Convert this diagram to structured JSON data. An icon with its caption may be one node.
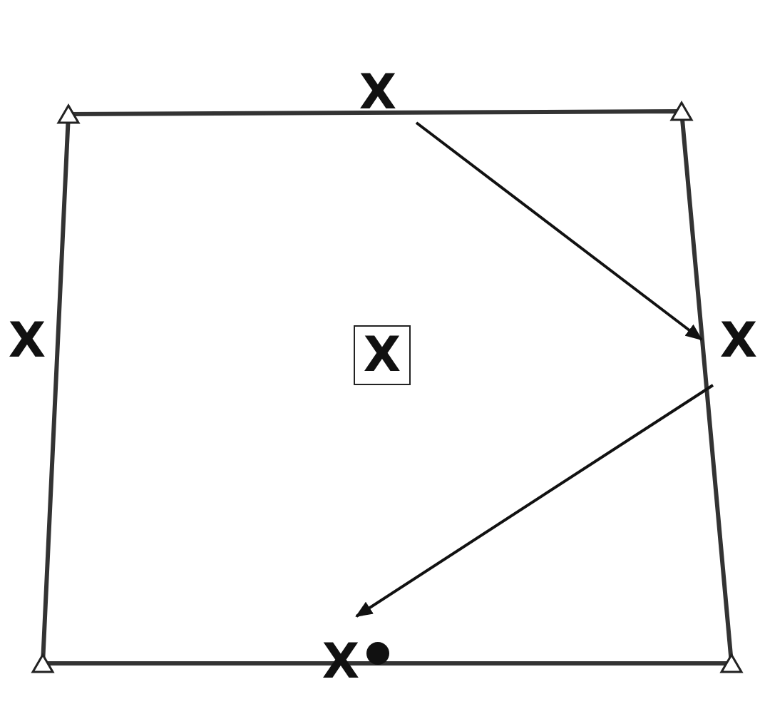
{
  "diagram": {
    "nodes": [
      {
        "text": [
          "X"
        ]
      },
      {
        "text": [
          "X"
        ]
      },
      {
        "text": [
          "X"
        ]
      },
      {
        "text": [
          "X"
        ]
      },
      {
        "text": [
          "X"
        ]
      }
    ],
    "edges": [
      {
        "from": 0,
        "to": 3,
        "arrow": "to"
      },
      {
        "from": 3,
        "to": 4,
        "arrow": "to"
      }
    ]
  }
}
